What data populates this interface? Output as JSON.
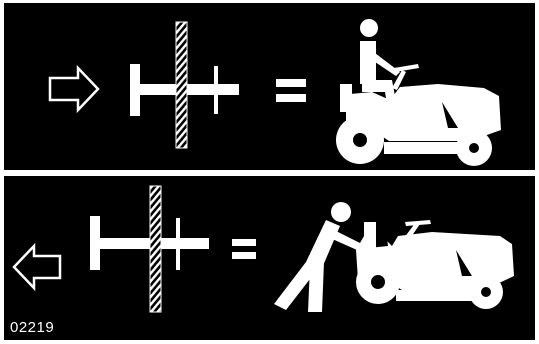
{
  "label": {
    "code": "02219",
    "colors": {
      "background": "#000000",
      "foreground": "#ffffff"
    },
    "rows": [
      {
        "arrow": "arrow-right-outline-icon",
        "mechanism": "lever-with-axle",
        "relation": "equals-icon",
        "result": "seated-operator-on-mower"
      },
      {
        "arrow": "arrow-left-outline-icon",
        "mechanism": "lever-with-axle",
        "relation": "equals-icon",
        "result": "person-pushing-mower"
      }
    ]
  }
}
